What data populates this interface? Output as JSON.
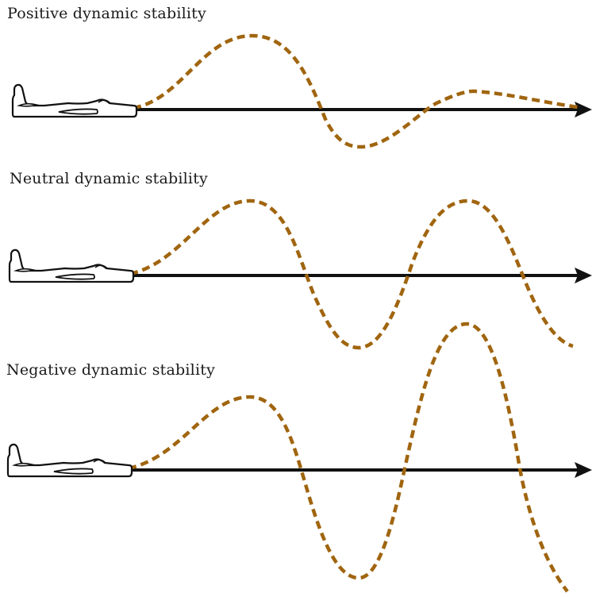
{
  "panels": [
    {
      "label": "Positive dynamic stability"
    },
    {
      "label": "Neutral dynamic stability"
    },
    {
      "label": "Negative dynamic stability"
    }
  ],
  "colors": {
    "oscillation": "#a0650f",
    "axis": "#111111",
    "airplane": "#111111"
  },
  "icons": [
    "airplane-icon",
    "arrow-head-icon"
  ]
}
